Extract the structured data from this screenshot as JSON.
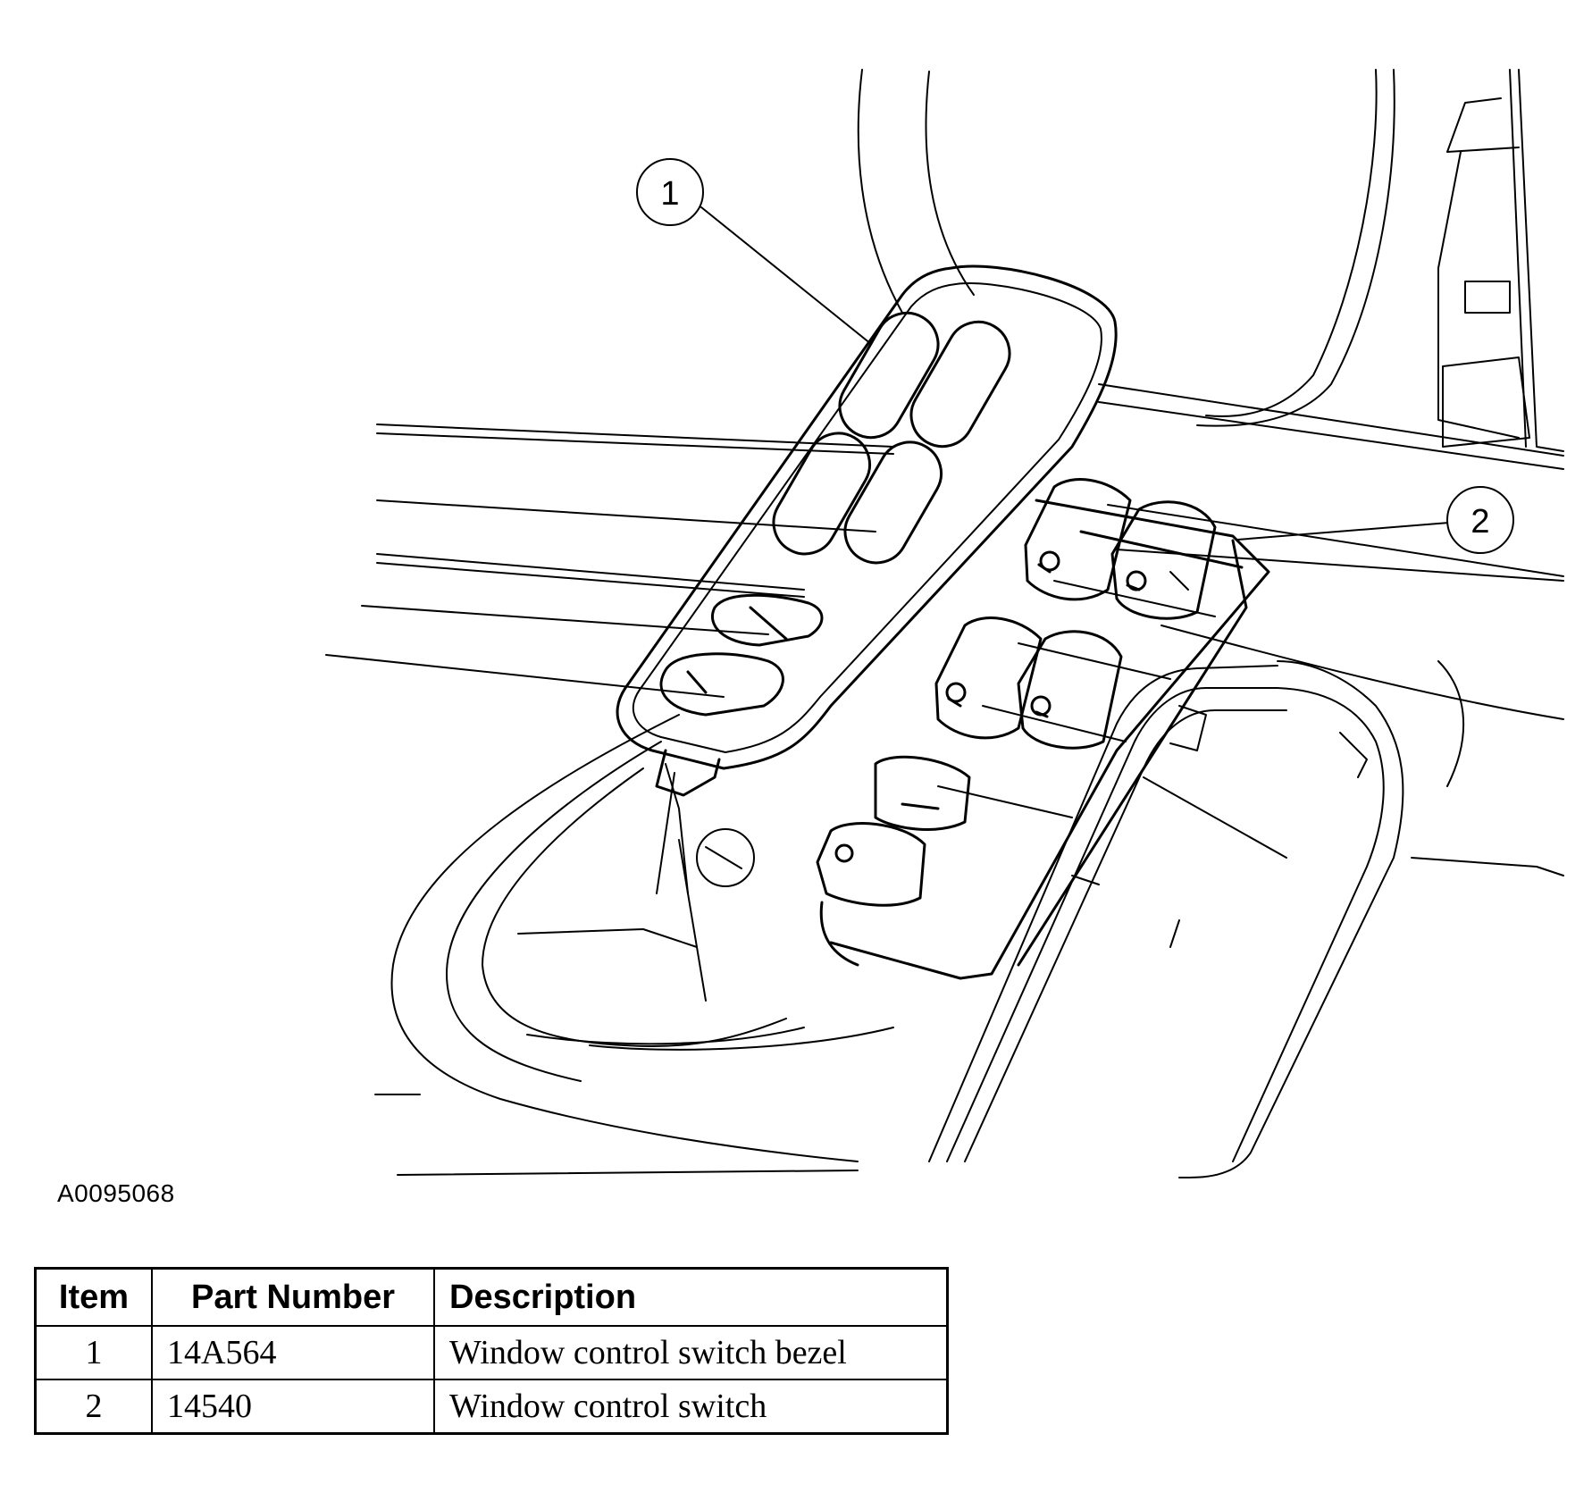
{
  "figure_id": "A0095068",
  "callouts": [
    "1",
    "2"
  ],
  "table": {
    "headers": [
      "Item",
      "Part Number",
      "Description"
    ],
    "rows": [
      {
        "item": "1",
        "part_number": "14A564",
        "description": "Window control switch bezel"
      },
      {
        "item": "2",
        "part_number": "14540",
        "description": "Window control switch"
      }
    ]
  }
}
